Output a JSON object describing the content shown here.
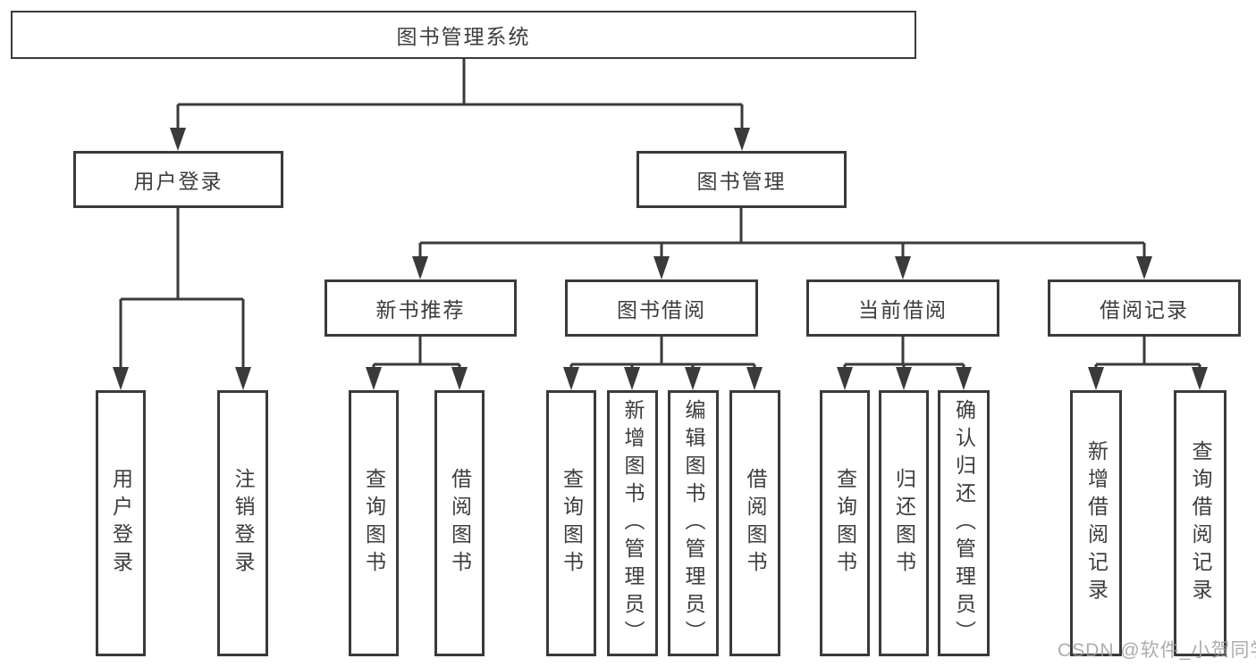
{
  "tree": {
    "root": {
      "label": "图书管理系统"
    },
    "branches": [
      {
        "label": "用户登录",
        "children": [
          {
            "label": "用户登录"
          },
          {
            "label": "注销登录"
          }
        ]
      },
      {
        "label": "图书管理",
        "children": [
          {
            "label": "新书推荐",
            "children": [
              {
                "label": "查询图书"
              },
              {
                "label": "借阅图书"
              }
            ]
          },
          {
            "label": "图书借阅",
            "children": [
              {
                "label": "查询图书"
              },
              {
                "label": "新增图书（管理员）"
              },
              {
                "label": "编辑图书（管理员）"
              },
              {
                "label": "借阅图书"
              }
            ]
          },
          {
            "label": "当前借阅",
            "children": [
              {
                "label": "查询图书"
              },
              {
                "label": "归还图书"
              },
              {
                "label": "确认归还（管理员）"
              }
            ]
          },
          {
            "label": "借阅记录",
            "children": [
              {
                "label": "新增借阅记录"
              },
              {
                "label": "查询借阅记录"
              }
            ]
          }
        ]
      }
    ]
  },
  "watermark": {
    "text": "CSDN @软件_小贺同学"
  },
  "colors": {
    "line": "#3a3a3a",
    "text": "#3d3d3d",
    "watermark": "#9e9e9e",
    "background": "#ffffff"
  }
}
